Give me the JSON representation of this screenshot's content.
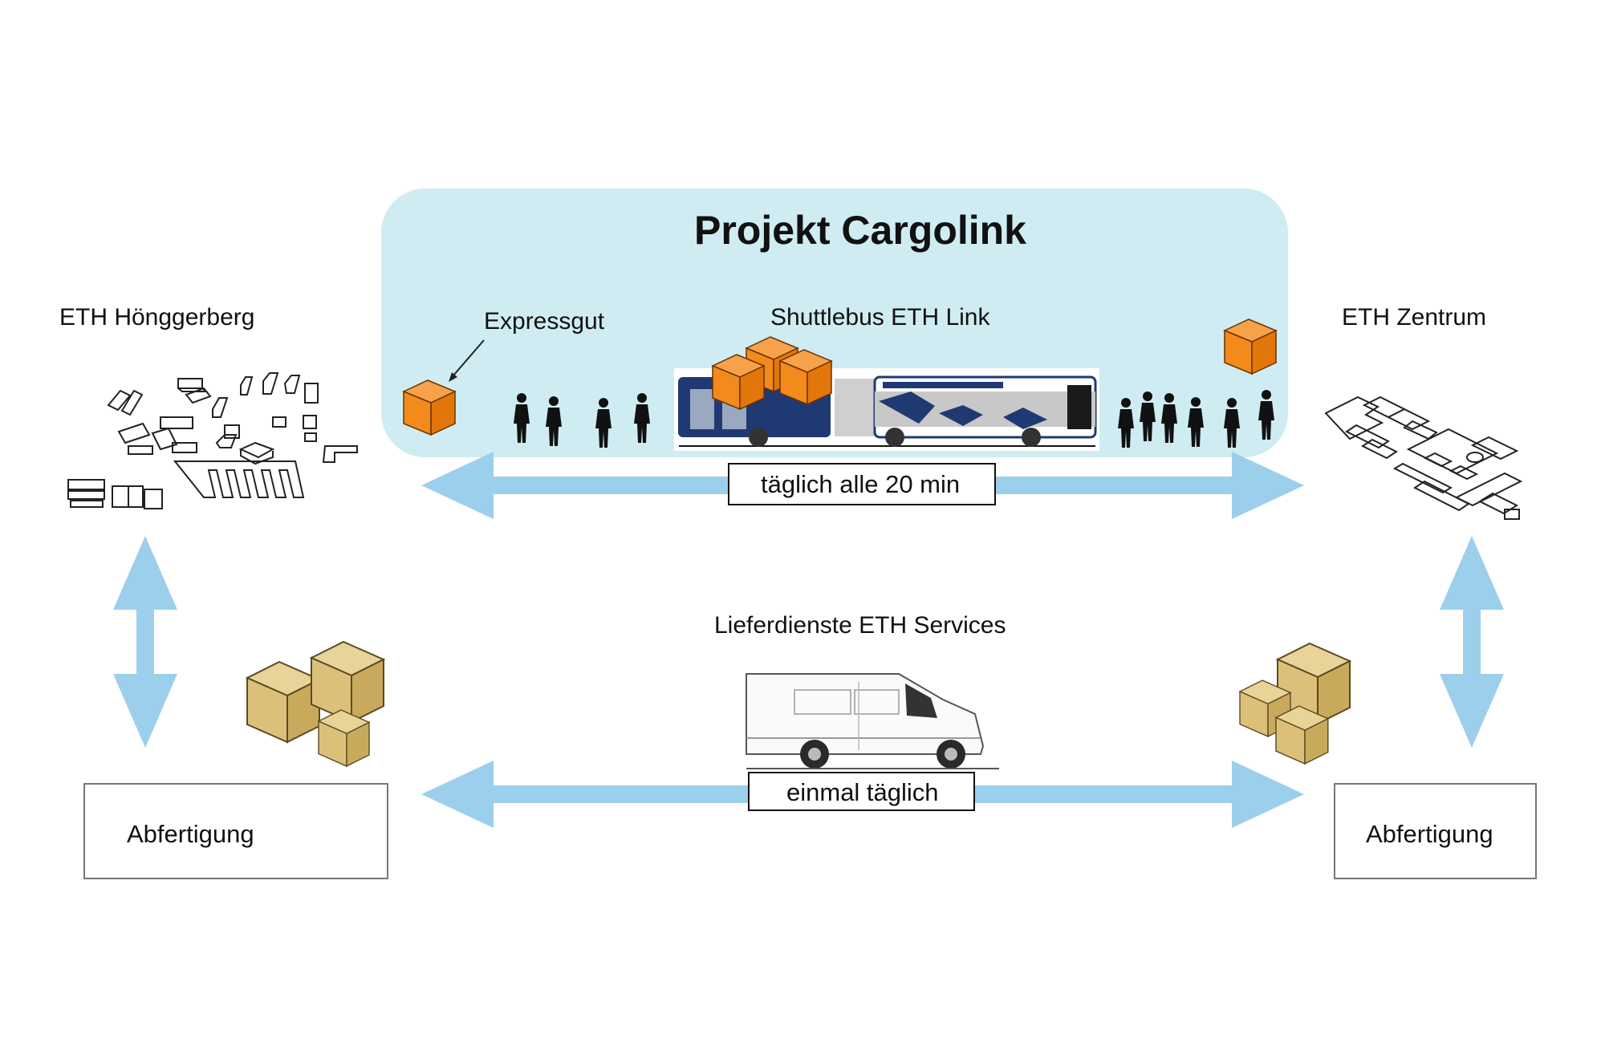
{
  "title": "Projekt Cargolink",
  "locations": {
    "left": "ETH Hönggerberg",
    "right": "ETH Zentrum"
  },
  "labels": {
    "expressgut": "Expressgut",
    "shuttlebus": "Shuttlebus ETH Link",
    "lieferdienste": "Lieferdienste ETH Services"
  },
  "frequencies": {
    "top": "täglich alle 20 min",
    "bottom": "einmal täglich"
  },
  "abfertigung": {
    "left": "Abfertigung",
    "right": "Abfertigung"
  },
  "colors": {
    "panel": "#cfecf2",
    "arrow": "#9ccfec",
    "express_box": "#f28a1c",
    "cardboard": "#dcc07a",
    "bus_blue": "#1f3a73"
  }
}
